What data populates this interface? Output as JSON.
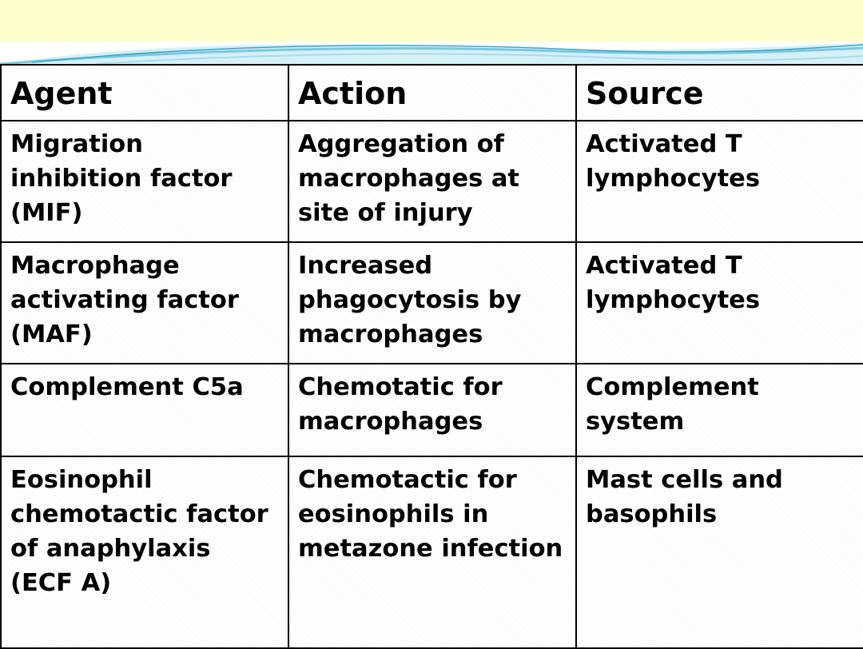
{
  "table": {
    "headers": [
      "Agent",
      "Action",
      "Source"
    ],
    "rows": [
      [
        "Migration inhibition factor (MIF)",
        "Aggregation of macrophages at site of injury",
        "Activated T lymphocytes"
      ],
      [
        "Macrophage activating factor (MAF)",
        "Increased phagocytosis by macrophages",
        "Activated T lymphocytes"
      ],
      [
        "Complement C5a",
        "Chemotatic for macrophages",
        "Complement system"
      ],
      [
        "Eosinophil chemotactic factor of anaphylaxis (ECF A)",
        "Chemotactic for eosinophils in metazone infection",
        "Mast cells and basophils"
      ]
    ]
  },
  "colors": {
    "top_band": "#ffffcc",
    "wave_light": "#bfe8f3",
    "wave_dark": "#3aa6c8",
    "border": "#000000"
  }
}
